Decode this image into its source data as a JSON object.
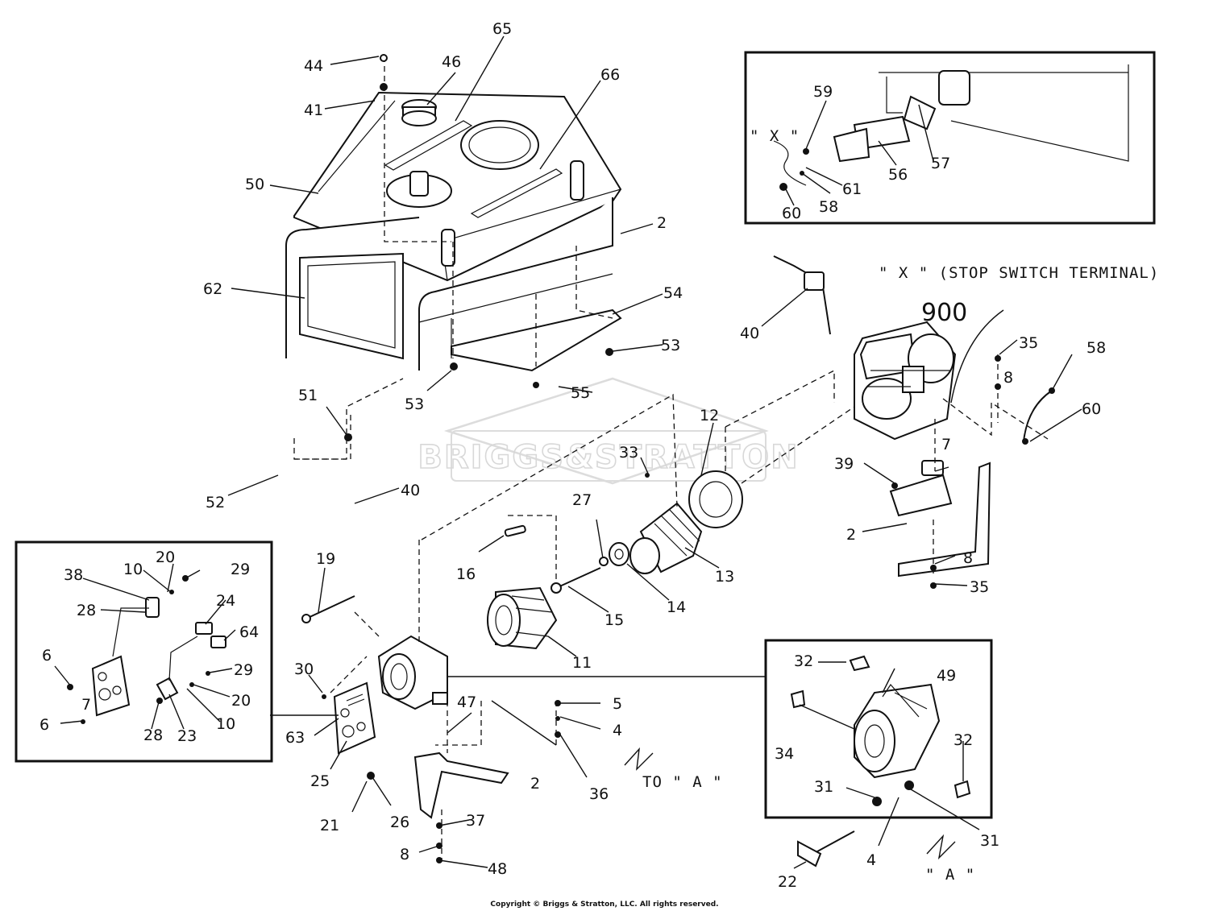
{
  "watermark": "BRIGGS&STRATTON",
  "copyright": "Copyright © Briggs & Stratton, LLC. All rights reserved.",
  "model_number": "900",
  "stop_switch_note": "\" X \" (STOP SWITCH TERMINAL)",
  "callouts": {
    "44": "44",
    "41": "41",
    "46": "46",
    "65": "65",
    "66": "66",
    "50": "50",
    "2a": "2",
    "62": "62",
    "54": "54",
    "53a": "53",
    "53b": "53",
    "55": "55",
    "51": "51",
    "52": "52",
    "40a": "40",
    "40b": "40",
    "59": "59",
    "56": "56",
    "57": "57",
    "61": "61",
    "58a": "58",
    "60a": "60",
    "x_top": "\" X \"",
    "35a": "35",
    "8a": "8",
    "58b": "58",
    "60b": "60",
    "7a": "7",
    "39": "39",
    "2b": "2",
    "8b": "8",
    "35b": "35",
    "12": "12",
    "33": "33",
    "27": "27",
    "16": "16",
    "13": "13",
    "14": "14",
    "15": "15",
    "11": "11",
    "19": "19",
    "20a": "20",
    "29a": "29",
    "10a": "10",
    "38": "38",
    "28a": "28",
    "24": "24",
    "64": "64",
    "6a": "6",
    "29b": "29",
    "20b": "20",
    "10b": "10",
    "6b": "6",
    "7b": "7",
    "28b": "28",
    "23": "23",
    "30": "30",
    "63": "63",
    "25": "25",
    "21": "21",
    "26": "26",
    "47": "47",
    "2c": "2",
    "37": "37",
    "8c": "8",
    "48": "48",
    "5": "5",
    "4a": "4",
    "36": "36",
    "to_a": "TO \" A \"",
    "32a": "32",
    "49": "49",
    "34": "34",
    "32b": "32",
    "31a": "31",
    "31b": "31",
    "4b": "4",
    "22": "22",
    "a_label": "\" A \""
  }
}
